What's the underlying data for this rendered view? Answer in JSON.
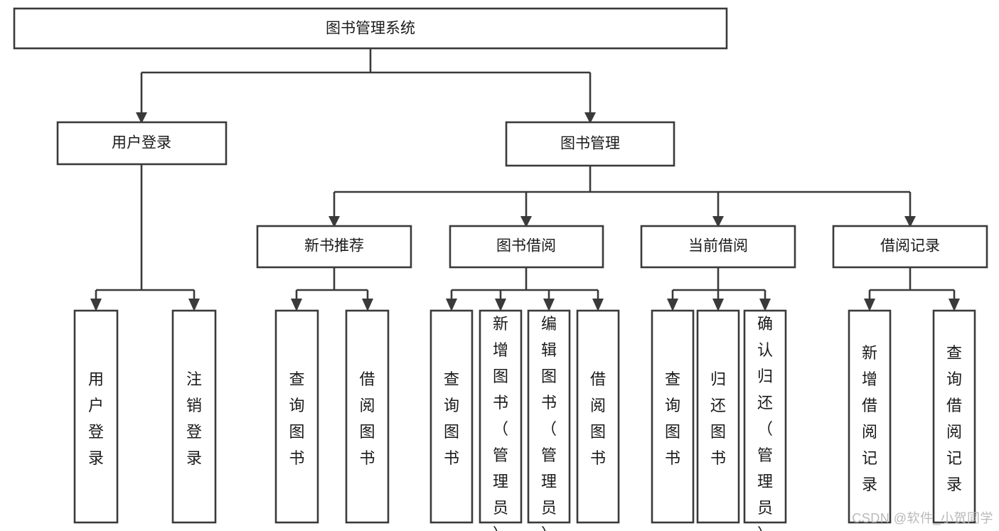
{
  "diagram": {
    "title": "图书管理系统",
    "type": "tree",
    "root": {
      "id": "root",
      "label": "图书管理系统",
      "orientation": "horizontal"
    },
    "level1": [
      {
        "id": "user-login",
        "label": "用户登录",
        "orientation": "horizontal"
      },
      {
        "id": "book-manage",
        "label": "图书管理",
        "orientation": "horizontal"
      }
    ],
    "level2": [
      {
        "id": "new-book-recommend",
        "label": "新书推荐",
        "parent": "book-manage",
        "orientation": "horizontal"
      },
      {
        "id": "book-borrow",
        "label": "图书借阅",
        "parent": "book-manage",
        "orientation": "horizontal"
      },
      {
        "id": "current-borrow",
        "label": "当前借阅",
        "parent": "book-manage",
        "orientation": "horizontal"
      },
      {
        "id": "borrow-record",
        "label": "借阅记录",
        "parent": "book-manage",
        "orientation": "horizontal"
      }
    ],
    "leaves": [
      {
        "id": "leaf-user-login",
        "label": "用户登录",
        "parent": "user-login",
        "orientation": "vertical"
      },
      {
        "id": "leaf-user-logout",
        "label": "注销登录",
        "parent": "user-login",
        "orientation": "vertical"
      },
      {
        "id": "leaf-query-book-1",
        "label": "查询图书",
        "parent": "new-book-recommend",
        "orientation": "vertical"
      },
      {
        "id": "leaf-borrow-book-1",
        "label": "借阅图书",
        "parent": "new-book-recommend",
        "orientation": "vertical"
      },
      {
        "id": "leaf-query-book-2",
        "label": "查询图书",
        "parent": "book-borrow",
        "orientation": "vertical"
      },
      {
        "id": "leaf-add-book",
        "label": "新增图书（管理员）",
        "parent": "book-borrow",
        "orientation": "vertical"
      },
      {
        "id": "leaf-edit-book",
        "label": "编辑图书（管理员）",
        "parent": "book-borrow",
        "orientation": "vertical"
      },
      {
        "id": "leaf-borrow-book-2",
        "label": "借阅图书",
        "parent": "book-borrow",
        "orientation": "vertical"
      },
      {
        "id": "leaf-query-book-3",
        "label": "查询图书",
        "parent": "current-borrow",
        "orientation": "vertical"
      },
      {
        "id": "leaf-return-book",
        "label": "归还图书",
        "parent": "current-borrow",
        "orientation": "vertical"
      },
      {
        "id": "leaf-confirm-return",
        "label": "确认归还（管理员）",
        "parent": "current-borrow",
        "orientation": "vertical"
      },
      {
        "id": "leaf-add-record",
        "label": "新增借阅记录",
        "parent": "borrow-record",
        "orientation": "vertical"
      },
      {
        "id": "leaf-query-record",
        "label": "查询借阅记录",
        "parent": "borrow-record",
        "orientation": "vertical"
      }
    ]
  },
  "watermark": {
    "text": "CSDN @软件_小贺同学"
  },
  "colors": {
    "stroke": "#3a3a3a",
    "fill": "#ffffff",
    "text": "#1a1a1a",
    "watermark": "#b9b9b9"
  }
}
